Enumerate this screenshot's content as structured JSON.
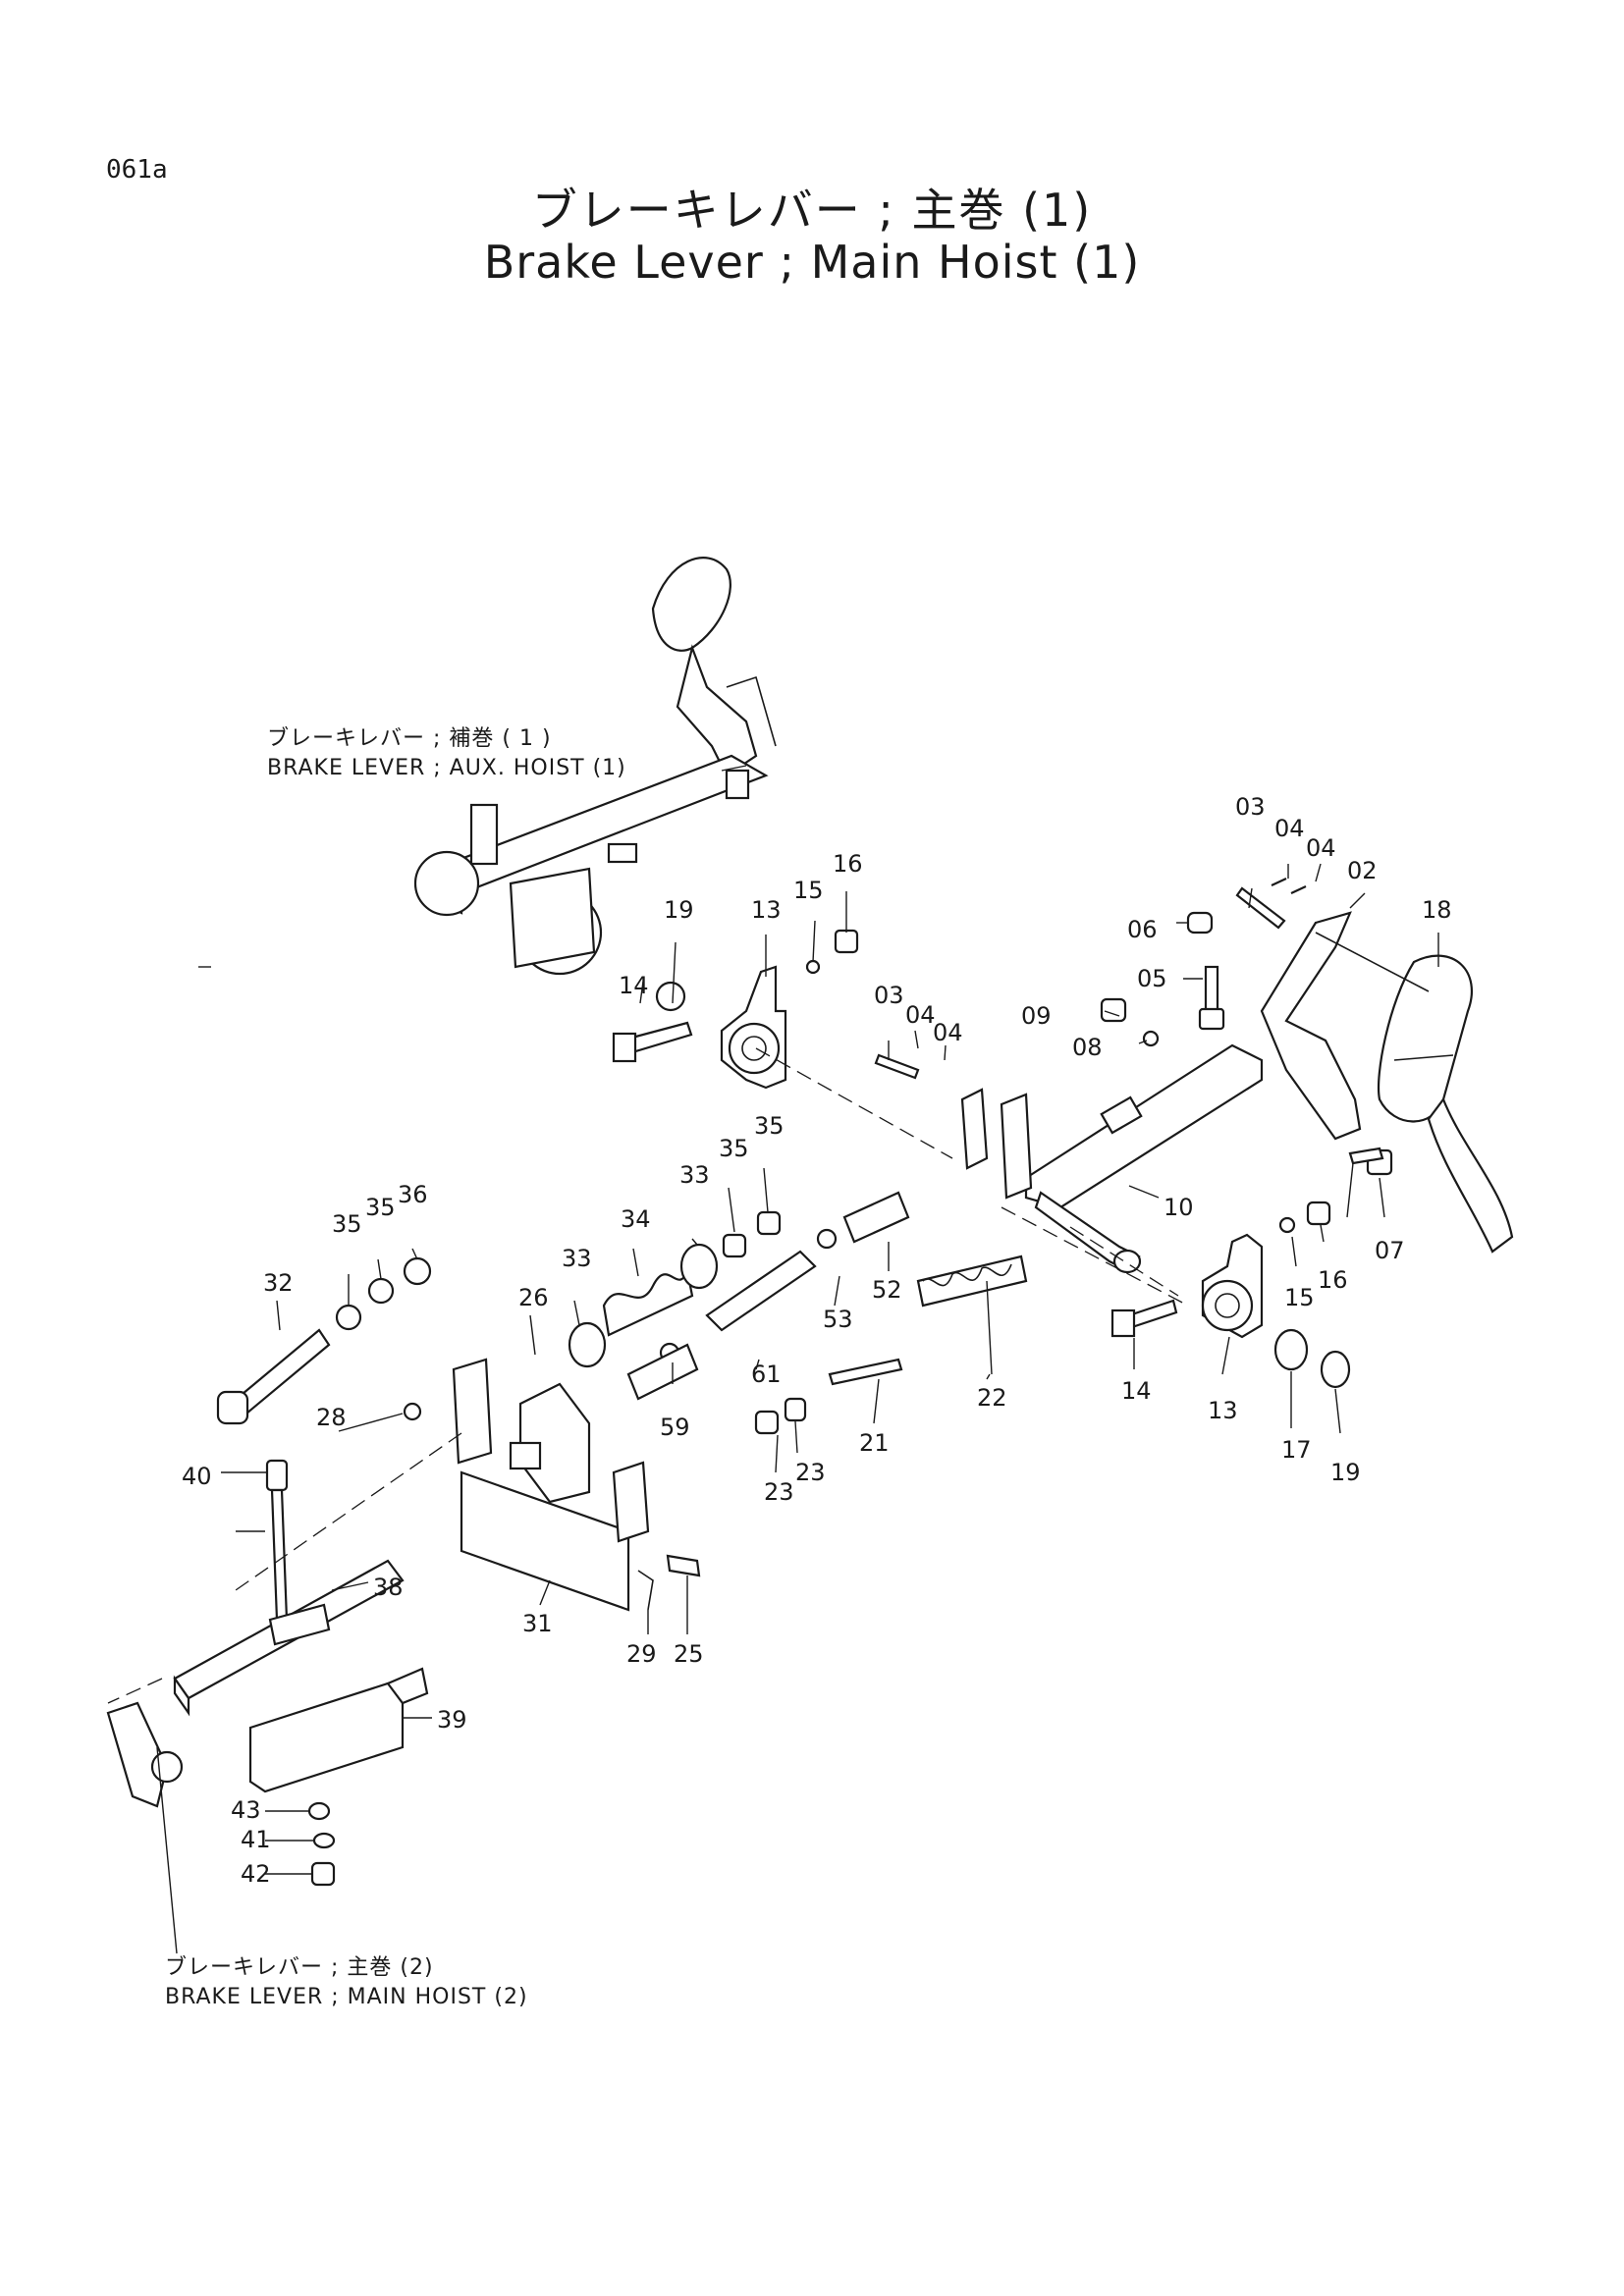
{
  "page_code": "061a",
  "title_jp": "ブレーキレバー ; 主巻 (1)",
  "title_en": "Brake Lever ; Main Hoist (1)",
  "references": [
    {
      "jp": "ブレーキレバー ; 補巻 ( 1 )",
      "en": "BRAKE LEVER ; AUX.  HOIST (1)"
    },
    {
      "jp": "ブレーキレバー ; 主巻 (2)",
      "en": "BRAKE LEVER ; MAIN HOIST (2)"
    }
  ],
  "callouts": [
    "03",
    "04",
    "04",
    "02",
    "18",
    "06",
    "05",
    "09",
    "08",
    "07",
    "10",
    "16",
    "15",
    "16",
    "15",
    "13",
    "14",
    "19",
    "03",
    "04",
    "04",
    "35",
    "35",
    "33",
    "34",
    "33",
    "32",
    "35",
    "35",
    "36",
    "26",
    "28",
    "53",
    "52",
    "59",
    "61",
    "22",
    "21",
    "23",
    "23",
    "14",
    "13",
    "17",
    "19",
    "40",
    "38",
    "31",
    "29",
    "25",
    "39",
    "43",
    "41",
    "42"
  ]
}
